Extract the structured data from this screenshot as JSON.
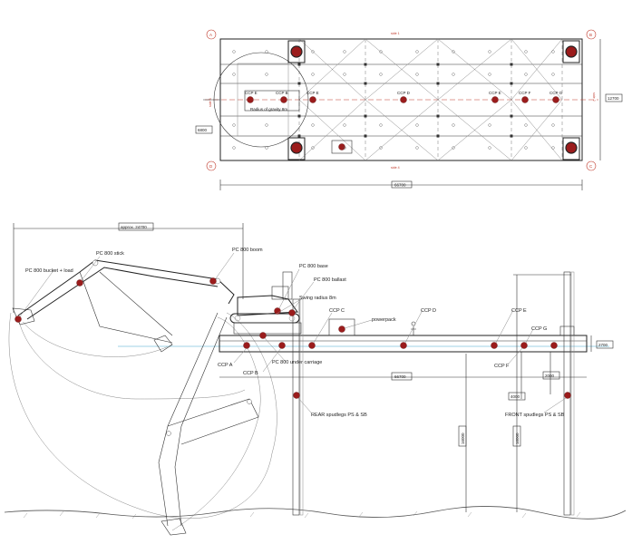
{
  "top_view": {
    "corners": [
      "A",
      "B",
      "C",
      "D"
    ],
    "dims": {
      "total_length": "66700",
      "width_right": "12700",
      "width_left": "6800",
      "side_top": "side 1",
      "side_bottom": "side 4",
      "side_left": "side 3",
      "side_right": "side 2"
    },
    "ccp_labels": [
      "CCP E",
      "CCP B",
      "CCP E",
      "CCP D",
      "CCP E",
      "CCP F",
      "CCP G"
    ],
    "radius_note": "Radius of gravity 8m"
  },
  "side_view": {
    "dims": {
      "approx": "approx. 24700",
      "pontoon_length": "66700",
      "depth_1": "16000",
      "depth_2": "16000",
      "spud_a": "4000",
      "spud_b": "2000",
      "height": "2700"
    },
    "labels": {
      "bucket": "PC 800 bucket + load",
      "stick": "PC 800 stick",
      "boom": "PC 800 boom",
      "base": "PC 800 base",
      "ballast": "PC 800 ballast",
      "radius": "Swing radius 8m",
      "undercarriage": "PC 800 under carriage",
      "powerpack": "powerpack",
      "ccp_a": "CCP A",
      "ccp_b": "CCP B",
      "ccp_c": "CCP C",
      "ccp_d": "CCP D",
      "ccp_e": "CCP E",
      "ccp_f": "CCP F",
      "ccp_g": "CCP G",
      "rear_spud": "REAR spudlegs PS & SB",
      "front_spud": "FRONT spudlegs PS & SB"
    }
  }
}
